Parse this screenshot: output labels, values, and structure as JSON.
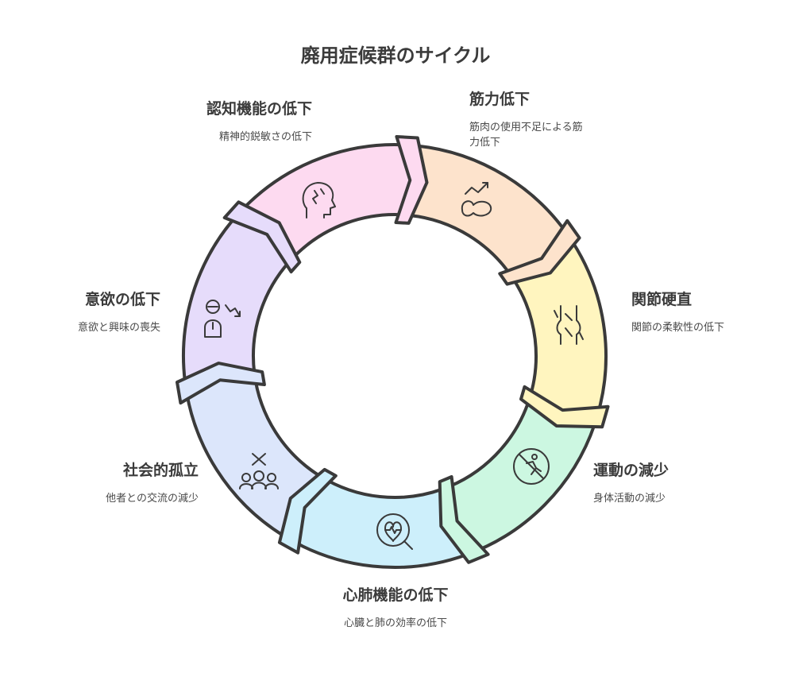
{
  "title": "廃用症候群のサイクル",
  "stages": [
    {
      "title": "筋力低下",
      "desc": "筋肉の使用不足による筋力低下",
      "color": "#fde3cc",
      "icon": "muscle-trend-icon"
    },
    {
      "title": "関節硬直",
      "desc": "関節の柔軟性の低下",
      "color": "#fff5bf",
      "icon": "joint-icon"
    },
    {
      "title": "運動の減少",
      "desc": "身体活動の減少",
      "color": "#ccf7e1",
      "icon": "no-running-icon"
    },
    {
      "title": "心肺機能の低下",
      "desc": "心臓と肺の効率の低下",
      "color": "#cdeffb",
      "icon": "heart-search-icon"
    },
    {
      "title": "社会的孤立",
      "desc": "他者との交流の減少",
      "color": "#dce6fb",
      "icon": "people-cross-icon"
    },
    {
      "title": "意欲の低下",
      "desc": "意欲と興味の喪失",
      "color": "#e6dcfb",
      "icon": "person-down-icon"
    },
    {
      "title": "認知機能の低下",
      "desc": "精神的鋭敏さの低下",
      "color": "#fddaf0",
      "icon": "head-crack-icon"
    }
  ]
}
